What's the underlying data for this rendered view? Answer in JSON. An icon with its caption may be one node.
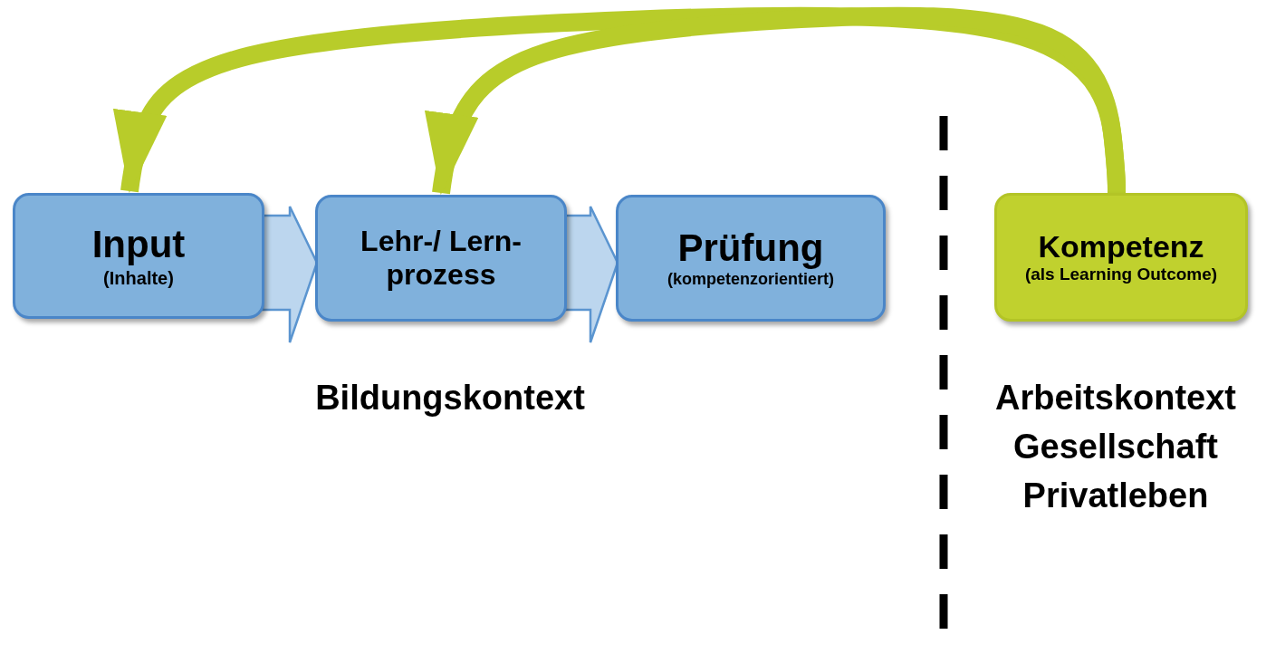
{
  "diagram": {
    "nodes": [
      {
        "text": [
          "Input",
          "(Inhalte)"
        ]
      },
      {
        "text": [
          "Lehr-/ Lern- prozess"
        ]
      },
      {
        "text": [
          "Prüfung",
          "(kompetenzorientiert)"
        ]
      },
      {
        "text": [
          "Kompetenz",
          "(als Learning Outcome)"
        ]
      }
    ],
    "edges": [
      {
        "from": 0,
        "to": 1,
        "arrow": "to"
      },
      {
        "from": 1,
        "to": 2,
        "arrow": "to"
      },
      {
        "from": 3,
        "to": 0,
        "arrow": "to",
        "color": "#b8cc2a"
      },
      {
        "from": 3,
        "to": 1,
        "arrow": "to",
        "color": "#b8cc2a"
      }
    ],
    "labels": [
      "Bildungskontext",
      "Arbeitskontext",
      "Gesellschaft",
      "Privatleben"
    ]
  }
}
